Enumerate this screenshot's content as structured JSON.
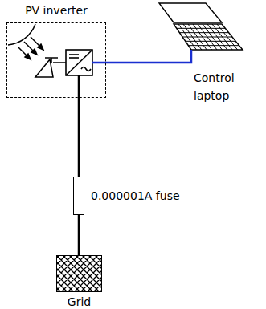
{
  "diagram": {
    "nodes": [
      {
        "text": [
          "PV inverter"
        ]
      },
      {
        "text": [
          "Control laptop"
        ]
      },
      {
        "text": [
          "0.000001A fuse"
        ]
      },
      {
        "text": [
          "Grid"
        ]
      }
    ],
    "edges": [
      {
        "from": 0,
        "to": 1,
        "arrow": "none"
      },
      {
        "from": 0,
        "to": 2,
        "arrow": "none"
      },
      {
        "from": 2,
        "to": 3,
        "arrow": "none"
      }
    ]
  }
}
